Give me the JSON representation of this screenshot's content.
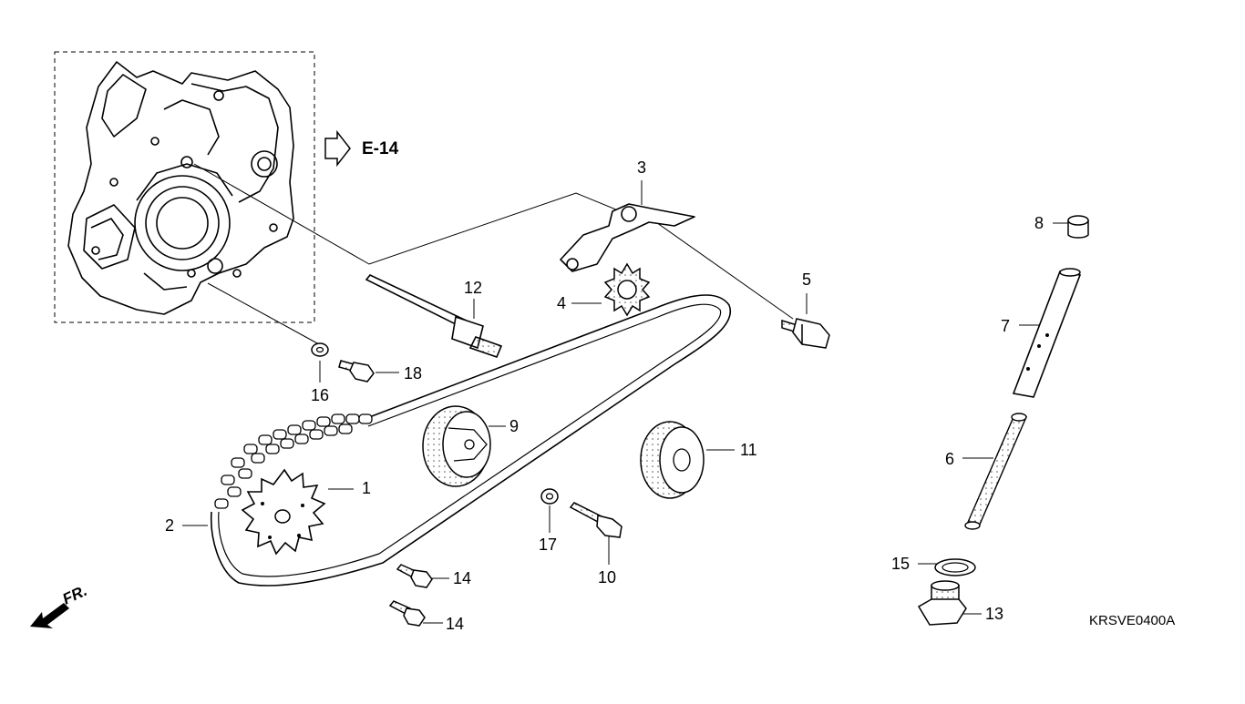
{
  "diagram": {
    "reference_code": "KRSVE0400A",
    "crossref": {
      "label": "E-14",
      "icon": "hollow-arrow-right-icon"
    },
    "direction": {
      "label": "FR.",
      "icon": "front-direction-arrow-icon"
    },
    "callouts": [
      {
        "id": "1",
        "part": "drive-sprocket"
      },
      {
        "id": "2",
        "part": "cam-chain"
      },
      {
        "id": "3",
        "part": "tensioner-arm"
      },
      {
        "id": "4",
        "part": "idler-sprocket"
      },
      {
        "id": "5",
        "part": "flange-bolt"
      },
      {
        "id": "6",
        "part": "tensioner-spring"
      },
      {
        "id": "7",
        "part": "tensioner-push-rod"
      },
      {
        "id": "8",
        "part": "rod-cap"
      },
      {
        "id": "9",
        "part": "cam-chain-guide-roller"
      },
      {
        "id": "10",
        "part": "guide-roller-bolt"
      },
      {
        "id": "11",
        "part": "tensioner-roller"
      },
      {
        "id": "12",
        "part": "tensioner-pivot-shaft"
      },
      {
        "id": "13",
        "part": "sealing-bolt"
      },
      {
        "id": "14",
        "part": "flange-bolt"
      },
      {
        "id": "14",
        "part": "flange-bolt"
      },
      {
        "id": "15",
        "part": "sealing-washer"
      },
      {
        "id": "16",
        "part": "washer"
      },
      {
        "id": "17",
        "part": "washer"
      },
      {
        "id": "18",
        "part": "flange-bolt"
      }
    ]
  }
}
